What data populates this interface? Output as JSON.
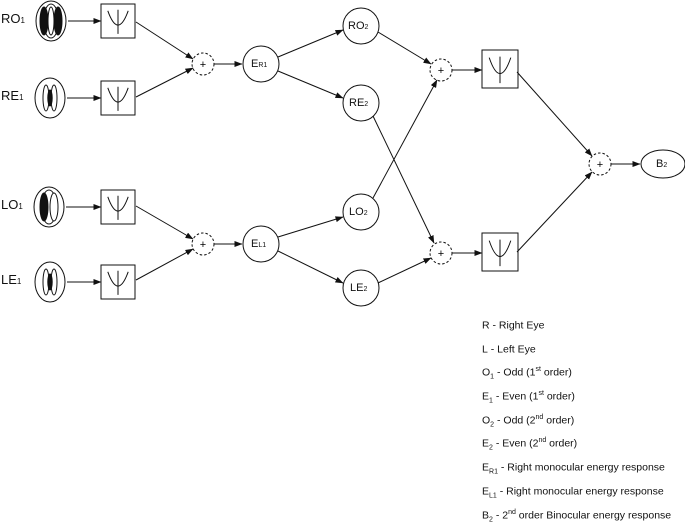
{
  "inputs": {
    "ro1": {
      "main": "RO",
      "sub": "1"
    },
    "re1": {
      "main": "RE",
      "sub": "1"
    },
    "lo1": {
      "main": "LO",
      "sub": "1"
    },
    "le1": {
      "main": "LE",
      "sub": "1"
    }
  },
  "sum_symbol": "+",
  "nodes": {
    "er1": {
      "main": "E",
      "sub": "R1"
    },
    "el1": {
      "main": "E",
      "sub": "L1"
    },
    "ro2": {
      "main": "RO",
      "sub": "2"
    },
    "re2": {
      "main": "RE",
      "sub": "2"
    },
    "lo2": {
      "main": "LO",
      "sub": "2"
    },
    "le2": {
      "main": "LE",
      "sub": "2"
    },
    "b2": {
      "main": "B",
      "sub": "2"
    }
  },
  "legend": [
    {
      "sym": "R",
      "sub": "",
      "desc": " - Right Eye",
      "sup": "",
      "tail": ""
    },
    {
      "sym": "L",
      "sub": "",
      "desc": " - Left Eye",
      "sup": "",
      "tail": ""
    },
    {
      "sym": "O",
      "sub": "1",
      "desc": " - Odd (1",
      "sup": "st",
      "tail": " order)"
    },
    {
      "sym": "E",
      "sub": "1",
      "desc": " - Even (1",
      "sup": "st",
      "tail": " order)"
    },
    {
      "sym": "O",
      "sub": "2",
      "desc": " - Odd (2",
      "sup": "nd",
      "tail": " order)"
    },
    {
      "sym": "E",
      "sub": "2",
      "desc": " - Even (2",
      "sup": "nd",
      "tail": " order)"
    },
    {
      "sym": "E",
      "sub": "R1",
      "desc": " - Right monocular energy  response",
      "sup": "",
      "tail": ""
    },
    {
      "sym": "E",
      "sub": "L1",
      "desc": " - Right monocular energy response",
      "sup": "",
      "tail": ""
    },
    {
      "sym": "B",
      "sub": "2",
      "desc": " - 2",
      "sup": "nd",
      "tail": " order Binocular energy response"
    }
  ]
}
